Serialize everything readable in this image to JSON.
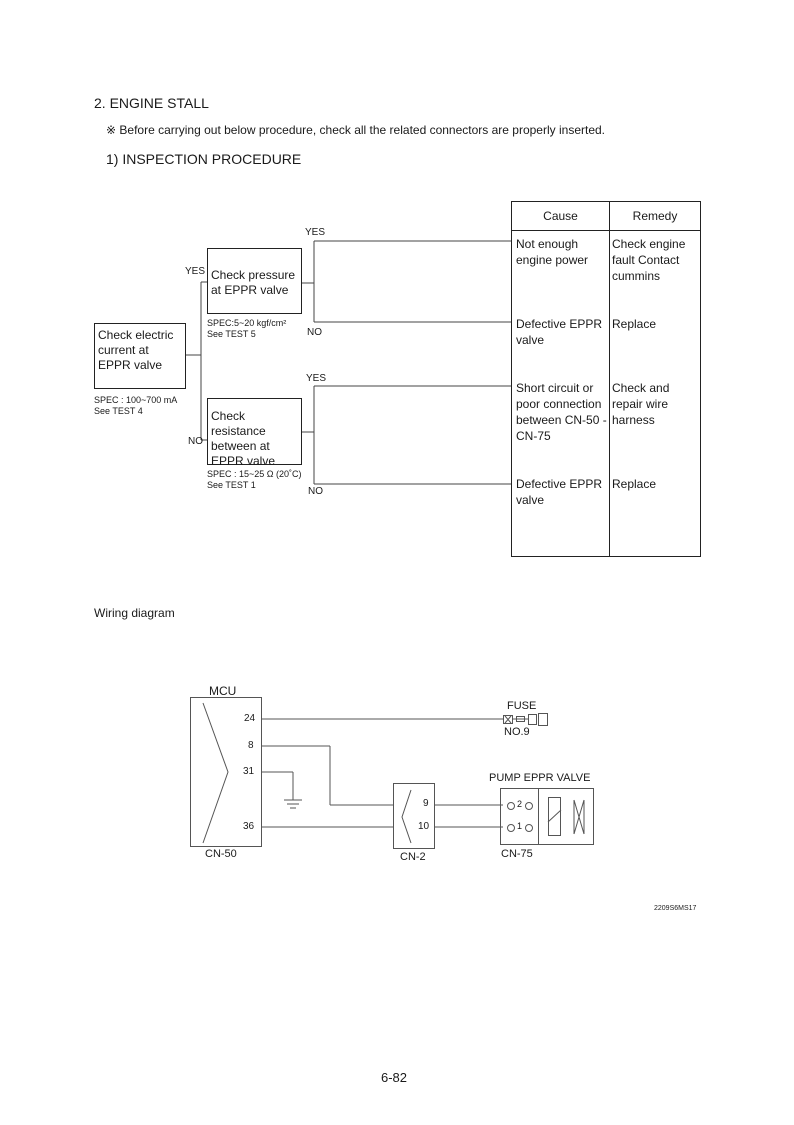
{
  "header": {
    "section_title": "2. ENGINE STALL",
    "note_mark": "※",
    "note": "Before carrying out below procedure, check all the related connectors are properly inserted.",
    "subsection_title": "1) INSPECTION PROCEDURE"
  },
  "flowchart": {
    "start_box": {
      "text": "Check electric current at EPPR valve",
      "spec": "SPEC : 100~700 mA",
      "see": "See TEST 4"
    },
    "upper_box": {
      "text": "Check pressure at EPPR valve",
      "spec": "SPEC:5~20 kgf/cm²",
      "see": "See TEST 5"
    },
    "lower_box": {
      "text": "Check resistance between at EPPR valve",
      "spec": "SPEC : 15~25 Ω (20˚C)",
      "see": "See TEST 1"
    },
    "labels": {
      "yes": "YES",
      "no": "NO"
    }
  },
  "cause_table": {
    "headers": [
      "Cause",
      "Remedy"
    ],
    "rows": [
      {
        "cause": "Not enough engine power",
        "remedy": "Check engine fault Contact cummins"
      },
      {
        "cause": "Defective EPPR valve",
        "remedy": "Replace"
      },
      {
        "cause": "Short circuit or poor connection between CN-50 - CN-75",
        "remedy": "Check and repair wire harness"
      },
      {
        "cause": "Defective EPPR valve",
        "remedy": "Replace"
      }
    ]
  },
  "wiring": {
    "title": "Wiring diagram",
    "mcu_label": "MCU",
    "mcu_pins": [
      "24",
      "8",
      "31",
      "36"
    ],
    "mcu_connector": "CN-50",
    "fuse_label": "FUSE",
    "fuse_no": "NO.9",
    "cn2_pins": [
      "9",
      "10"
    ],
    "cn2_label": "CN-2",
    "valve_label": "PUMP EPPR VALVE",
    "valve_pins": [
      "2",
      "1"
    ],
    "valve_connector": "CN-75",
    "drawing_code": "2209S6MS17"
  },
  "footer": {
    "page_number": "6-82"
  }
}
